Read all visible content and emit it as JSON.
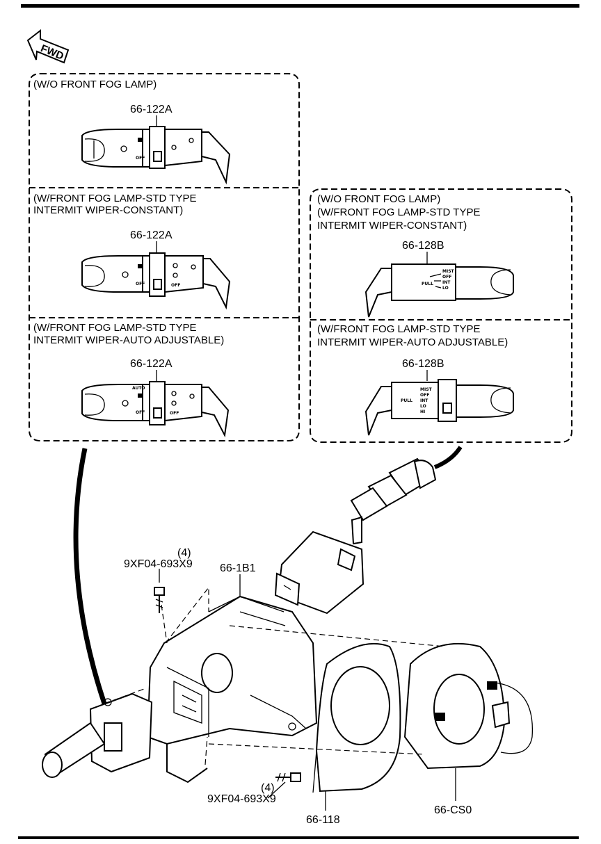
{
  "direction": {
    "fwd": "FWD"
  },
  "left_box": {
    "panel1": {
      "caption_line1": "(W/O FRONT FOG LAMP)",
      "part": "66-122A"
    },
    "panel2": {
      "caption_line1": "(W/FRONT FOG LAMP-STD TYPE",
      "caption_line2": " INTERMIT WIPER-CONSTANT)",
      "part": "66-122A"
    },
    "panel3": {
      "caption_line1": "(W/FRONT FOG LAMP-STD TYPE",
      "caption_line2": " INTERMIT WIPER-AUTO ADJUSTABLE)",
      "part": "66-122A"
    }
  },
  "right_box": {
    "panel1": {
      "caption_line1": "(W/O FRONT FOG LAMP)",
      "caption_line2": "(W/FRONT FOG LAMP-STD TYPE",
      "caption_line3": " INTERMIT WIPER-CONSTANT)",
      "part": "66-128B"
    },
    "panel2": {
      "caption_line1": "(W/FRONT FOG LAMP-STD TYPE",
      "caption_line2": "INTERMIT WIPER-AUTO ADJUSTABLE)",
      "part": "66-128B"
    }
  },
  "switch_text": {
    "off": "OFF",
    "auto": "AUTO",
    "mist": "MIST",
    "int": "INT",
    "lo": "LO",
    "hi": "HI",
    "pull": "PULL"
  },
  "assembly": {
    "screw_top_qty": "(4)",
    "screw_top_part": "9XF04-693X9",
    "cover_part": "66-1B1",
    "screw_bottom_qty": "(4)",
    "screw_bottom_part": "9XF04-693X9",
    "ring_part": "66-118",
    "clockspring_part": "66-CS0"
  }
}
